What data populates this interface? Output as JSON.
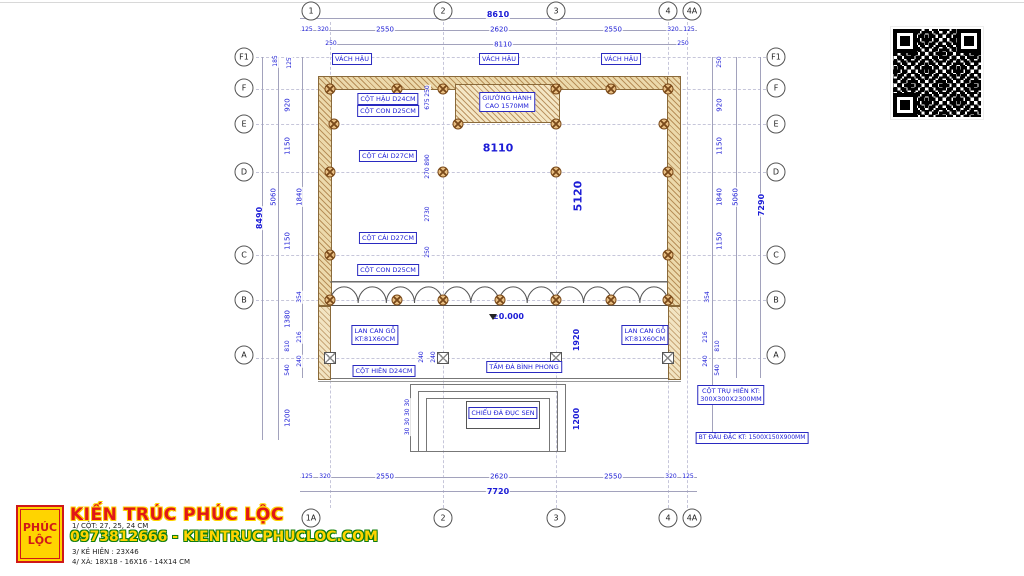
{
  "grid": {
    "top": [
      "1",
      "2",
      "3",
      "4",
      "4A"
    ],
    "bottom": [
      "1A",
      "2",
      "3",
      "4",
      "4A"
    ],
    "left": [
      "F1",
      "F",
      "E",
      "D",
      "C",
      "B",
      "A"
    ],
    "right": [
      "F1",
      "F",
      "E",
      "D",
      "C",
      "B",
      "A"
    ]
  },
  "dims": {
    "top_total": "8610",
    "top_chain": [
      "125",
      "320",
      "2550",
      "2620",
      "2550",
      "320",
      "125"
    ],
    "top_inner": "8110",
    "top_left_250": "250",
    "top_right_250": "250",
    "bottom_total": "7720",
    "bottom_chain": [
      "125",
      "320",
      "2550",
      "2620",
      "2550",
      "320",
      "125"
    ],
    "left_total": "8490",
    "left_chain": [
      "185",
      "125",
      "920",
      "1150",
      "5060",
      "1840",
      "1150",
      "354",
      "1380",
      "216",
      "810",
      "240",
      "540",
      "1200"
    ],
    "right_total": "7290",
    "right_chain": [
      "250",
      "920",
      "1150",
      "1840",
      "5060",
      "1150",
      "354",
      "810",
      "216",
      "240",
      "540"
    ],
    "hall_width": "8110",
    "hall_depth": "5120",
    "porch_depth": "1920",
    "steps_depth": "1200",
    "offsets": [
      "250",
      "675",
      "890",
      "270",
      "2730",
      "250",
      "240",
      "240"
    ],
    "step_treads": "30 30 30 30"
  },
  "callouts": {
    "vach_hau": "VÁCH HẬU",
    "cot_hau": "CỘT HẬU D24CM",
    "cot_con": "CỘT CON D25CM",
    "giuong_hanh_1": "GIƯỜNG HÀNH",
    "giuong_hanh_2": "CAO 1570MM",
    "cot_cai": "CỘT CÁI D27CM",
    "lan_can_1": "LAN CAN GỖ",
    "lan_can_2": "KT:81X60CM",
    "cot_hien": "CỘT HIÊN D24CM",
    "tam_da": "TẤM ĐÁ BÌNH PHONG",
    "chieu_da": "CHIẾU ĐÁ ĐỤC SEN",
    "cot_tru_1": "CỘT TRỤ HIÊN KT:",
    "cot_tru_2": "300X300X2300MM",
    "bt_dau": "BT ĐẦU ĐẶC KT: 1500X150X900MM",
    "level": "±0.000"
  },
  "footer": {
    "logo_line1": "PHÚC",
    "logo_line2": "LỘC",
    "brand": "KIẾN TRÚC PHÚC LỘC",
    "contact": "0973812666 - KIENTRUCPHUCLOC.COM",
    "notes": [
      "1/ CỘT: 27, 25, 24 CM",
      "3/ KẺ HIÊN : 23X46",
      "4/ XÀ: 18X18 - 16X16 - 14X14 CM"
    ]
  },
  "colors": {
    "dim_blue": "#1b1bd6",
    "wall_tan": "#ecd9ab",
    "brand_red": "#e01818",
    "brand_yellow": "#ffd400",
    "contact_green": "#0f7d0f"
  }
}
